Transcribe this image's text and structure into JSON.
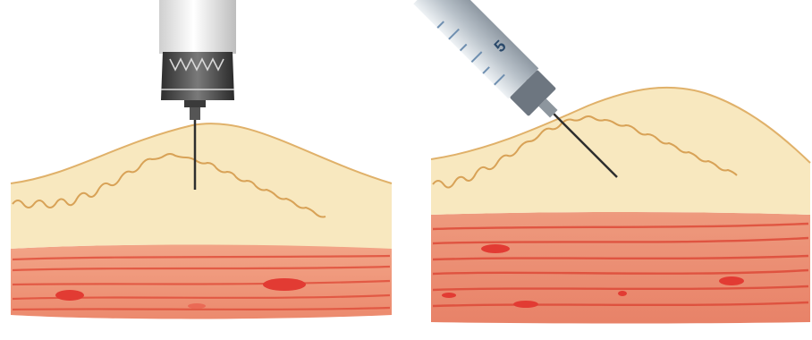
{
  "panels": [
    {
      "id": "left",
      "device": "insulin-pen",
      "injection_angle_deg": 90,
      "layers": [
        "skin",
        "subcutaneous-fat",
        "muscle"
      ]
    },
    {
      "id": "right",
      "device": "syringe",
      "injection_angle_deg": 45,
      "syringe_marking": "5",
      "layers": [
        "skin",
        "subcutaneous-fat",
        "muscle"
      ]
    }
  ],
  "colors": {
    "fat": "#f7e7bd",
    "fat_light": "#fbf0d2",
    "skin_line": "#d9a45a",
    "muscle": "#e8765a",
    "muscle_light": "#f2a487",
    "muscle_fiber": "#d94a3a",
    "pen_body": "#f2f2f2",
    "pen_cap": "#4a4a4a",
    "needle": "#333333",
    "syringe_barrel": "#bfc6cc",
    "syringe_plunger": "#6f8fb0"
  }
}
